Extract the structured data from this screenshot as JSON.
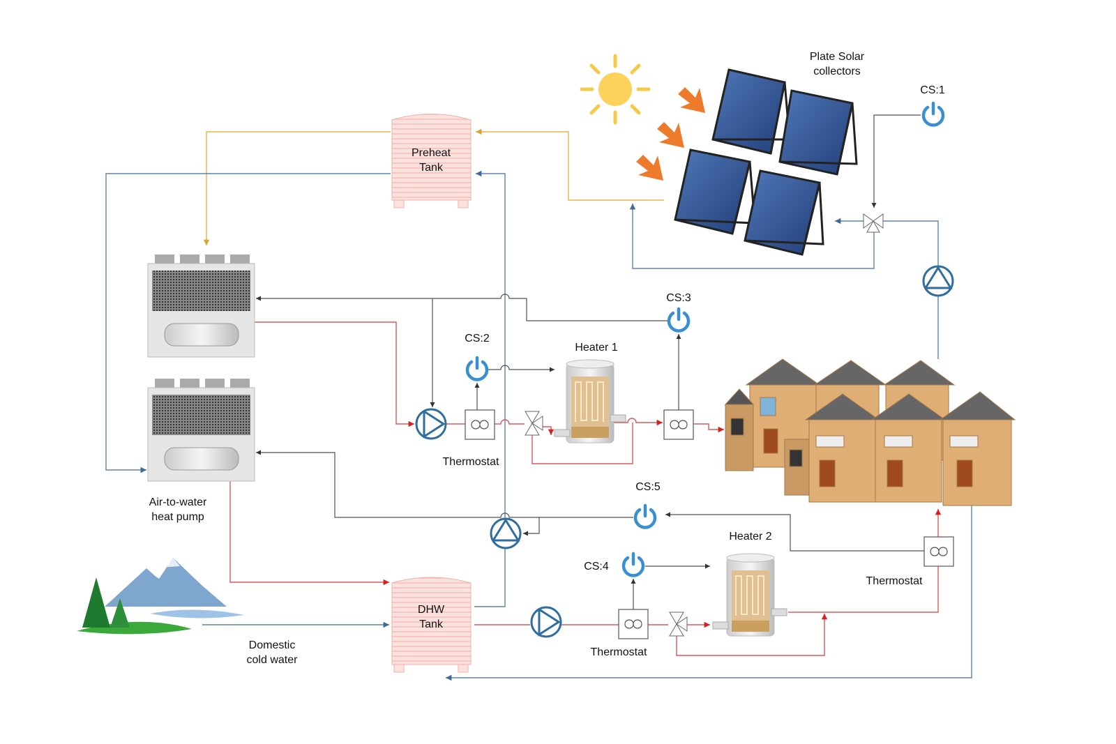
{
  "labels": {
    "solar": [
      "Plate Solar",
      "collectors"
    ],
    "preheat": [
      "Preheat",
      "Tank"
    ],
    "dhw": [
      "DHW",
      "Tank"
    ],
    "heat_pump": [
      "Air-to-water",
      "heat pump"
    ],
    "cold_water": [
      "Domestic",
      "cold water"
    ],
    "heater1": "Heater 1",
    "heater2": "Heater 2",
    "cs1": "CS:1",
    "cs2": "CS:2",
    "cs3": "CS:3",
    "cs4": "CS:4",
    "cs5": "CS:5",
    "thermostat1": "Thermostat",
    "thermostat2": "Thermostat",
    "thermostat3": "Thermostat"
  },
  "colors": {
    "solar_loop": "#e3b54c",
    "cold_loop": "#5f82a8",
    "hot_loop": "#d65a5a",
    "control": "#505050",
    "switch": "#3a8fd0",
    "pump": "#2f6e9e",
    "tank": "#f6c9c3"
  },
  "icons": [
    "sun-icon",
    "solar-panel-icon",
    "power-switch-icon",
    "pump-icon",
    "thermostat-icon",
    "three-way-valve-icon",
    "heater-icon",
    "heat-pump-icon",
    "tank-icon",
    "house-icon",
    "mountain-icon"
  ]
}
